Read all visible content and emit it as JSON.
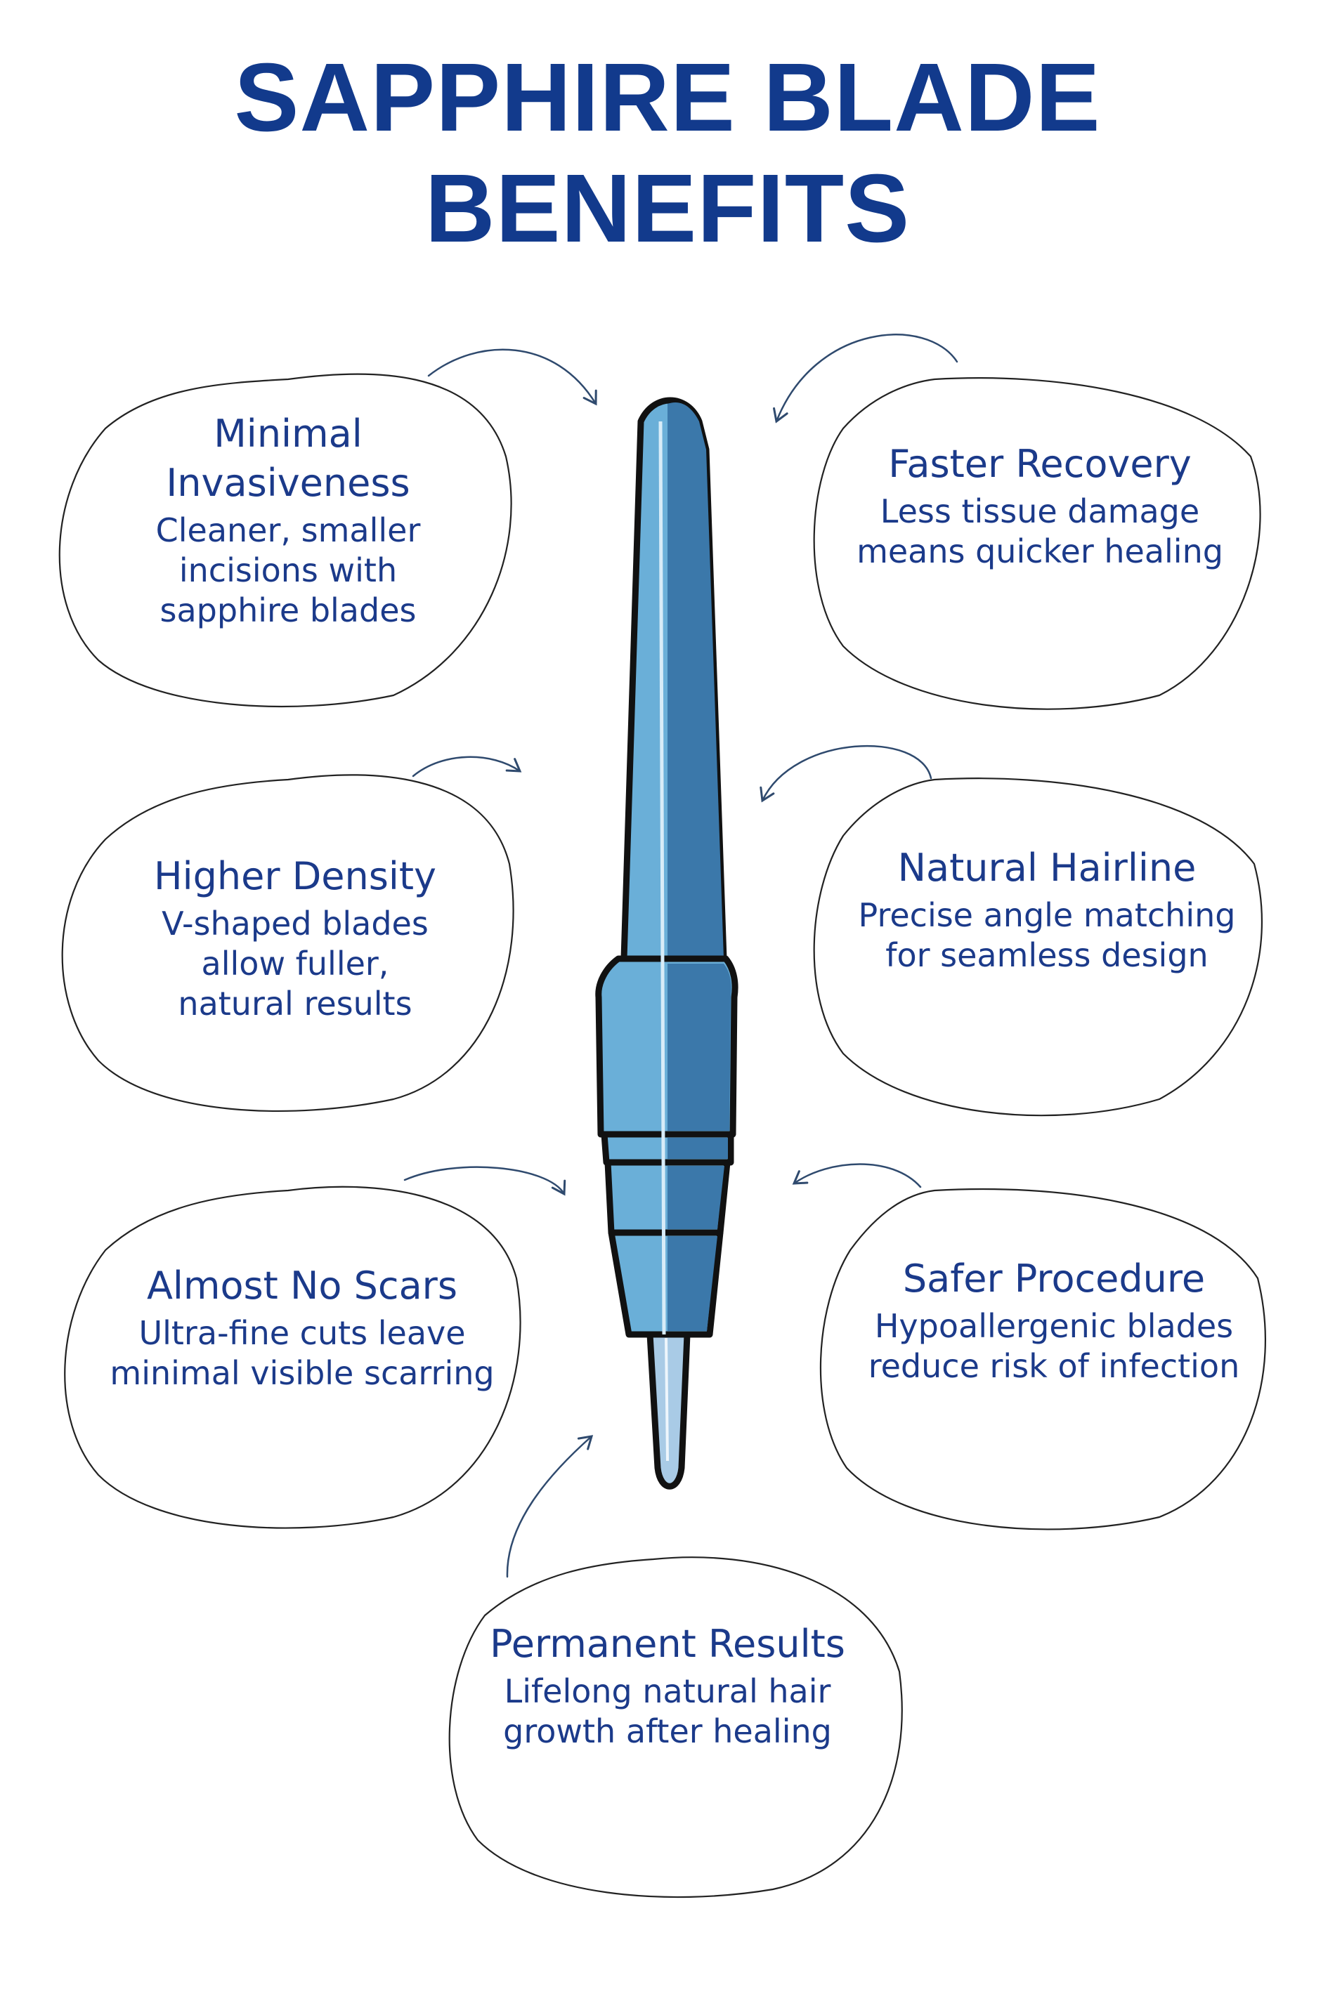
{
  "title": {
    "line1": "SAPPHIRE BLADE",
    "line2": "BENEFITS"
  },
  "colors": {
    "title": "#123a8c",
    "text": "#1b3a8a",
    "blade_light": "#6aafd8",
    "blade_dark": "#3b78aa",
    "tip": "#a9cbe6",
    "arrow": "#2f4a6e"
  },
  "illustration": "sapphire-blade-pen",
  "benefits": [
    {
      "title": "Minimal\nInvasiveness",
      "text": "Cleaner, smaller\nincisions with\nsapphire blades"
    },
    {
      "title": "Faster Recovery",
      "text": "Less tissue damage\nmeans quicker healing"
    },
    {
      "title": "Higher Density",
      "text": "V-shaped blades\nallow  fuller,\nnatural results"
    },
    {
      "title": "Natural Hairline",
      "text": "Precise angle matching\nfor seamless design"
    },
    {
      "title": "Almost No Scars",
      "text": "Ultra-fine cuts leave\nminimal visible scarring"
    },
    {
      "title": "Safer Procedure",
      "text": "Hypoallergenic blades\nreduce risk of infection"
    },
    {
      "title": "Permanent Results",
      "text": "Lifelong natural hair\ngrowth after healing"
    }
  ]
}
